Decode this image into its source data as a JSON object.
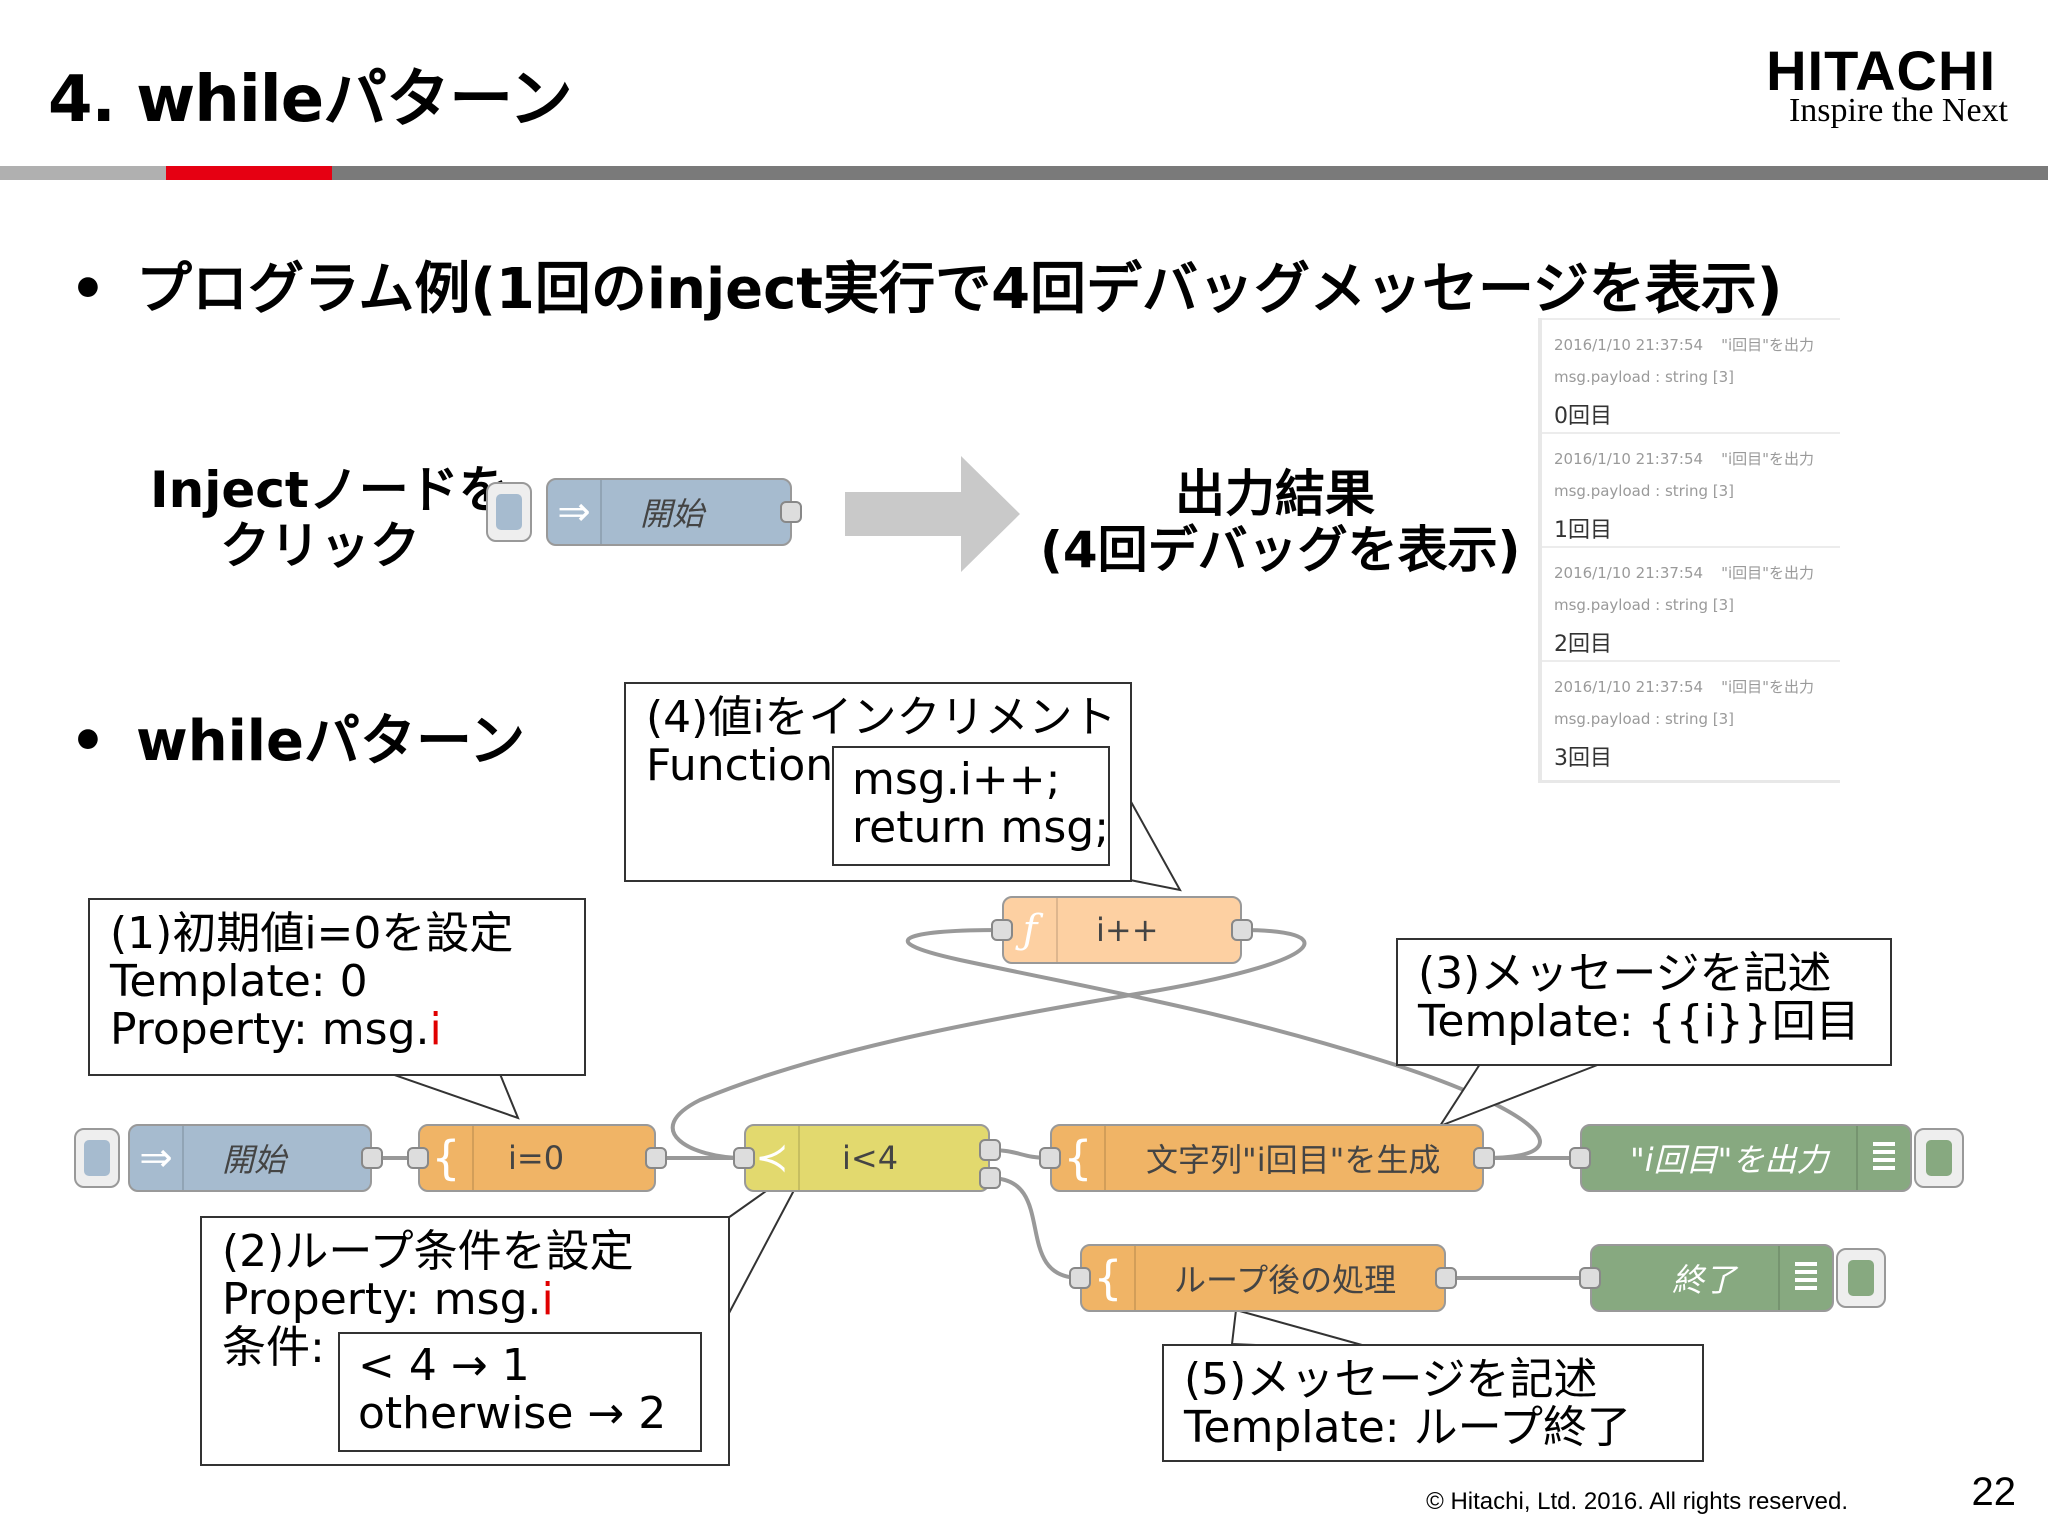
{
  "header": {
    "title": "4. whileパターン",
    "logo_main": "HITACHI",
    "logo_sub": "Inspire the Next",
    "colors": {
      "rule_gray": "#7a7a7a",
      "rule_light": "#b0b0b0",
      "rule_red": "#e60012"
    }
  },
  "bullets": {
    "program_example": "プログラム例(1回のinject実行で4回デバッグメッセージを表示)",
    "while_pattern": "whileパターン"
  },
  "top_flow": {
    "inject_label_line1": "Injectノードを",
    "inject_label_line2": "クリック",
    "inject_node_label": "開始",
    "result_label_line1": "出力結果",
    "result_label_line2": "(4回デバッグを表示)"
  },
  "debug_panel": {
    "entries": [
      {
        "timestamp": "2016/1/10 21:37:54",
        "topic": "\"i回目\"を出力",
        "type": "msg.payload : string [3]",
        "value": "0回目"
      },
      {
        "timestamp": "2016/1/10 21:37:54",
        "topic": "\"i回目\"を出力",
        "type": "msg.payload : string [3]",
        "value": "1回目"
      },
      {
        "timestamp": "2016/1/10 21:37:54",
        "topic": "\"i回目\"を出力",
        "type": "msg.payload : string [3]",
        "value": "2回目"
      },
      {
        "timestamp": "2016/1/10 21:37:54",
        "topic": "\"i回目\"を出力",
        "type": "msg.payload : string [3]",
        "value": "3回目"
      }
    ]
  },
  "callouts": {
    "c1": {
      "line1": "(1)初期値i=0を設定",
      "line2": "Template: 0",
      "line3_prefix": "Property: msg.",
      "line3_red": "i"
    },
    "c2": {
      "line1": "(2)ループ条件を設定",
      "line2_prefix": "Property: msg.",
      "line2_red": "i",
      "line3": "条件:",
      "cond1": "< 4 → 1",
      "cond2": "otherwise → 2"
    },
    "c3": {
      "line1": "(3)メッセージを記述",
      "line2": "Template: {{i}}回目"
    },
    "c4": {
      "line1": "(4)値iをインクリメント",
      "line2": "Function:",
      "code1": "msg.i++;",
      "code2": "return msg;"
    },
    "c5": {
      "line1": "(5)メッセージを記述",
      "line2": "Template: ループ終了"
    }
  },
  "nodes": {
    "inject": {
      "label": "開始",
      "color": "#a6bbcf"
    },
    "template_init": {
      "label": "i=0",
      "color": "#f0b466"
    },
    "switch": {
      "label": "i<4",
      "color": "#e2d96e"
    },
    "function": {
      "label": "i++",
      "color": "#fdd0a2"
    },
    "template_msg": {
      "label": "文字列\"i回目\"を生成",
      "color": "#f0b466"
    },
    "template_end": {
      "label": "ループ後の処理",
      "color": "#f0b466"
    },
    "debug_msg": {
      "label": "\"i回目\"を出力",
      "color": "#87a980"
    },
    "debug_end": {
      "label": "終了",
      "color": "#87a980"
    }
  },
  "footer": {
    "copyright": "© Hitachi, Ltd. 2016. All rights reserved.",
    "page": "22"
  }
}
